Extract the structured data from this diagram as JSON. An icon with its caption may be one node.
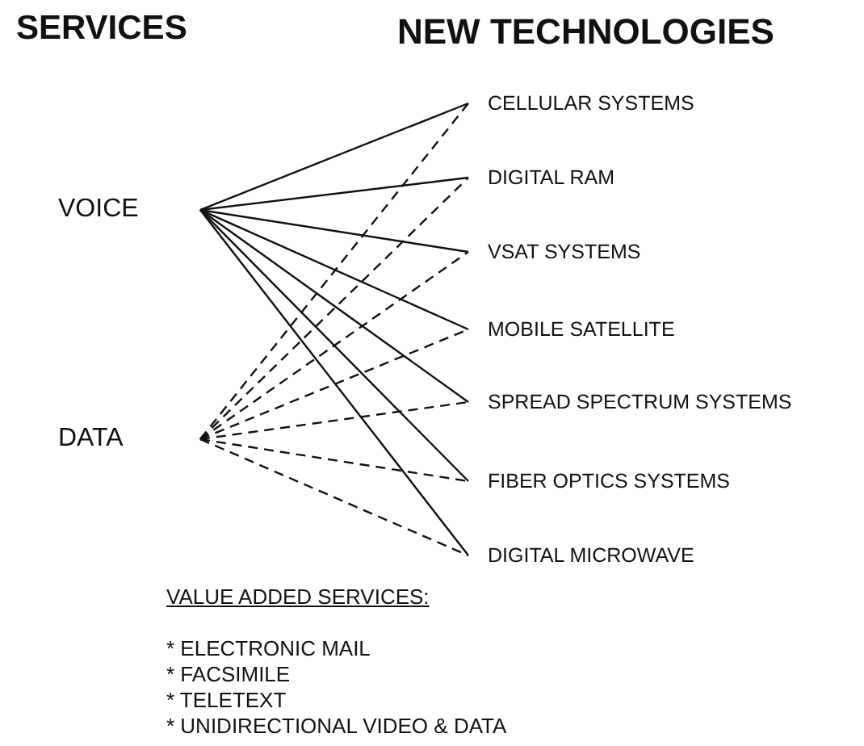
{
  "diagram": {
    "nodes": [
      {
        "text": [
          "VOICE"
        ]
      },
      {
        "text": [
          "DATA"
        ]
      },
      {
        "text": [
          "CELLULAR SYSTEMS"
        ]
      },
      {
        "text": [
          "DIGITAL RAM"
        ]
      },
      {
        "text": [
          "VSAT SYSTEMS"
        ]
      },
      {
        "text": [
          "MOBILE SATELLITE"
        ]
      },
      {
        "text": [
          "SPREAD SPECTRUM SYSTEMS"
        ]
      },
      {
        "text": [
          "FIBER OPTICS SYSTEMS"
        ]
      },
      {
        "text": [
          "DIGITAL MICROWAVE"
        ]
      }
    ],
    "edges": [
      {
        "from": 0,
        "to": 2,
        "arrow": "none"
      },
      {
        "from": 0,
        "to": 3,
        "arrow": "none"
      },
      {
        "from": 0,
        "to": 4,
        "arrow": "none"
      },
      {
        "from": 0,
        "to": 5,
        "arrow": "none"
      },
      {
        "from": 0,
        "to": 6,
        "arrow": "none"
      },
      {
        "from": 0,
        "to": 7,
        "arrow": "none"
      },
      {
        "from": 0,
        "to": 8,
        "arrow": "none"
      },
      {
        "from": 1,
        "to": 2,
        "arrow": "none",
        "style": "dashed"
      },
      {
        "from": 1,
        "to": 3,
        "arrow": "none",
        "style": "dashed"
      },
      {
        "from": 1,
        "to": 4,
        "arrow": "none",
        "style": "dashed"
      },
      {
        "from": 1,
        "to": 5,
        "arrow": "none",
        "style": "dashed"
      },
      {
        "from": 1,
        "to": 6,
        "arrow": "none",
        "style": "dashed"
      },
      {
        "from": 1,
        "to": 7,
        "arrow": "none",
        "style": "dashed"
      },
      {
        "from": 1,
        "to": 8,
        "arrow": "none",
        "style": "dashed"
      }
    ],
    "labels": [
      "SERVICES",
      "NEW TECHNOLOGIES",
      "VALUE ADDED SERVICES:",
      "* ELECTRONIC MAIL",
      "* FACSIMILE",
      "* TELETEXT",
      "* UNIDIRECTIONAL VIDEO & DATA"
    ]
  }
}
